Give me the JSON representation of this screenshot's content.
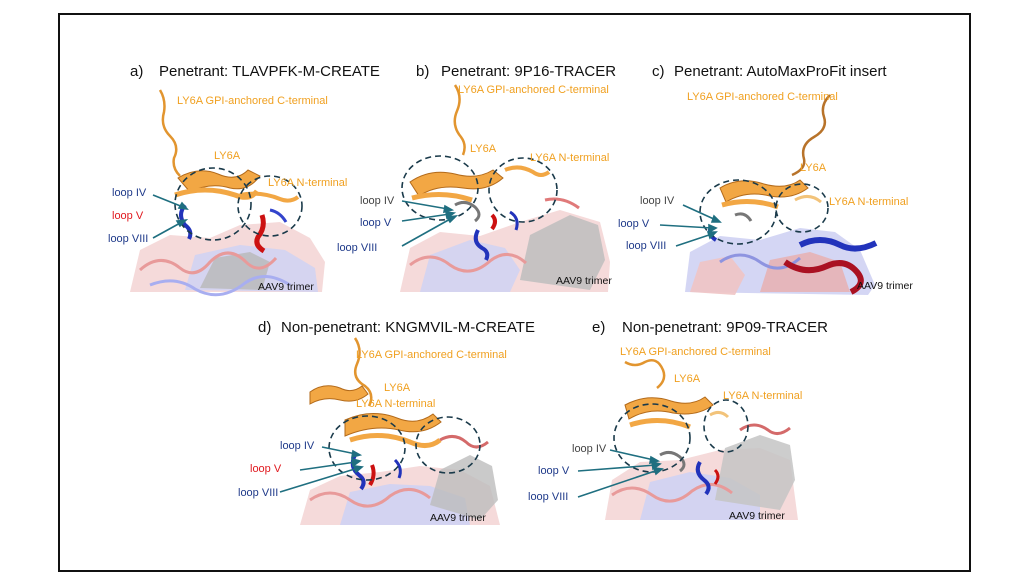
{
  "colors": {
    "frame": "#111111",
    "ly6a_label": "#f0a020",
    "ly6a_ribbon": "#f2a744",
    "ly6a_dark": "#b36a1a",
    "loop_blue_label": "#1f3a8a",
    "loop_red_label": "#e0191f",
    "loop_grey_label": "#444444",
    "arrow": "#1f6f80",
    "ribbon_blue": "#2233bb",
    "ribbon_red": "#cc1111",
    "ribbon_grey": "#8a8a8a",
    "trimer_pink": "#f2b7b7",
    "trimer_lav": "#b9bff0"
  },
  "panels": [
    {
      "letter": "a)",
      "title": "Penetrant: TLAVPFK-M-CREATE",
      "labels": {
        "c_terminal": "LY6A GPI-anchored C-terminal",
        "ly6a": "LY6A",
        "n_terminal": "LY6A N-terminal",
        "loop_iv": "loop IV",
        "loop_v": "loop V",
        "loop_viii": "loop VIII",
        "trimer": "AAV9 trimer"
      }
    },
    {
      "letter": "b)",
      "title": "Penetrant: 9P16-TRACER",
      "labels": {
        "c_terminal": "LY6A GPI-anchored C-terminal",
        "ly6a": "LY6A",
        "n_terminal": "LY6A N-terminal",
        "loop_iv": "loop IV",
        "loop_v": "loop V",
        "loop_viii": "loop VIII",
        "trimer": "AAV9 trimer"
      }
    },
    {
      "letter": "c)",
      "title": "Penetrant: AutoMaxProFit insert",
      "labels": {
        "c_terminal": "LY6A GPI-anchored C-terminal",
        "ly6a": "LY6A",
        "n_terminal": "LY6A N-terminal",
        "loop_iv": "loop IV",
        "loop_v": "loop V",
        "loop_viii": "loop VIII",
        "trimer": "AAV9 trimer"
      }
    },
    {
      "letter": "d)",
      "title": "Non-penetrant: KNGMVIL-M-CREATE",
      "labels": {
        "c_terminal": "LY6A GPI-anchored C-terminal",
        "ly6a": "LY6A",
        "n_terminal": "LY6A N-terminal",
        "loop_iv": "loop IV",
        "loop_v": "loop V",
        "loop_viii": "loop VIII",
        "trimer": "AAV9 trimer"
      }
    },
    {
      "letter": "e)",
      "title": "Non-penetrant: 9P09-TRACER",
      "labels": {
        "c_terminal": "LY6A GPI-anchored C-terminal",
        "ly6a": "LY6A",
        "n_terminal": "LY6A N-terminal",
        "loop_iv": "loop IV",
        "loop_v": "loop V",
        "loop_viii": "loop VIII",
        "trimer": "AAV9 trimer"
      }
    }
  ]
}
